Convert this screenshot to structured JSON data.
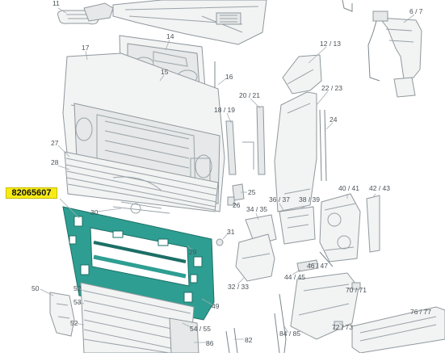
{
  "part_number": "82065607",
  "highlight_color": "#2e9e92",
  "badge_color": "#f6eb16",
  "callouts": [
    "11",
    "6 / 7",
    "14",
    "17",
    "12 / 13",
    "15",
    "16",
    "22 / 23",
    "20 / 21",
    "18 / 19",
    "24",
    "27",
    "28",
    "40 / 41",
    "42 / 43",
    "25",
    "36 / 37",
    "38 / 39",
    "26",
    "34 / 35",
    "30",
    "31",
    "29",
    "46 / 47",
    "44 / 45",
    "32 / 33",
    "70 / 71",
    "50",
    "52",
    "49",
    "53",
    "76 / 77",
    "72 / 73",
    "52",
    "54 / 55",
    "84 / 85",
    "82",
    "86"
  ]
}
